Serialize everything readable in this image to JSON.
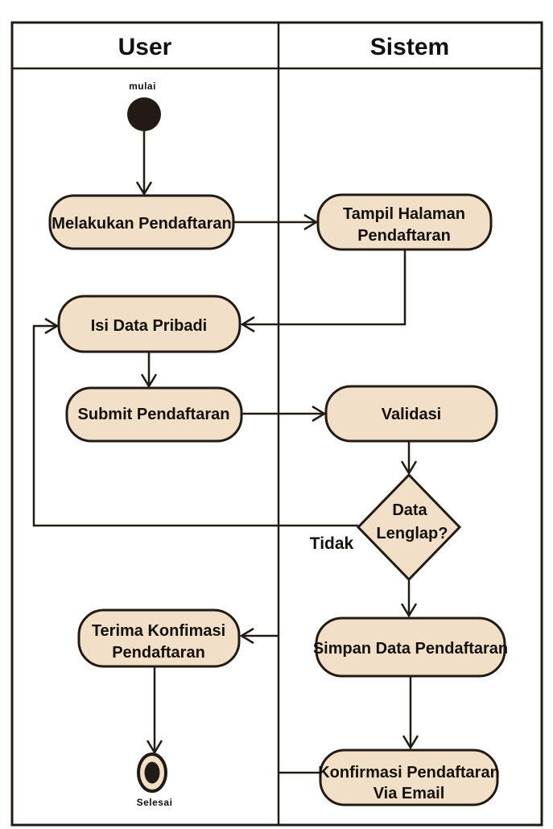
{
  "lanes": [
    {
      "label": "User"
    },
    {
      "label": "Sistem"
    }
  ],
  "start": {
    "label": "mulai"
  },
  "end": {
    "label": "Selesai"
  },
  "activities": {
    "melakukan_pendaftaran": {
      "label": "Melakukan Pendaftaran"
    },
    "tampil_halaman": {
      "line1": "Tampil Halaman",
      "line2": "Pendaftaran"
    },
    "isi_data_pribadi": {
      "label": "Isi Data Pribadi"
    },
    "submit_pendaftaran": {
      "label": "Submit Pendaftaran"
    },
    "validasi": {
      "label": "Validasi"
    },
    "simpan_data": {
      "label": "Simpan Data Pendaftaran"
    },
    "terima_konfirmasi": {
      "line1": "Terima Konfimasi",
      "line2": "Pendaftaran"
    },
    "konfirmasi_email": {
      "line1": "Konfirmasi Pendaftaran",
      "line2": "Via Email"
    }
  },
  "decision": {
    "line1": "Data",
    "line2": "Lenglap?",
    "no_label": "Tidak"
  },
  "colors": {
    "node_fill": "#f2dfc8",
    "node_stroke": "#211b14",
    "line": "#211b14",
    "text": "#14100c",
    "background": "#ffffff"
  }
}
